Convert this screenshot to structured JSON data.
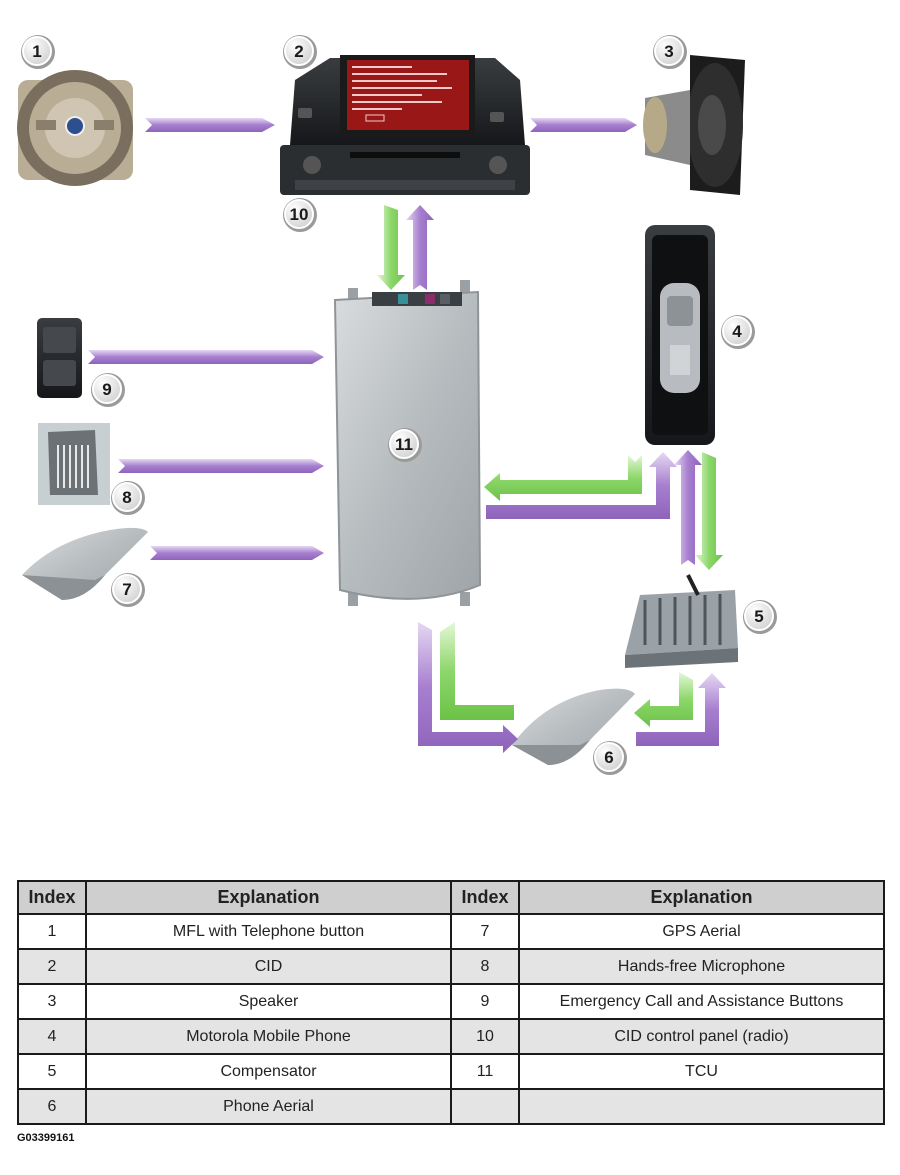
{
  "callouts": [
    "1",
    "2",
    "3",
    "4",
    "5",
    "6",
    "7",
    "8",
    "9",
    "10",
    "11"
  ],
  "legend": {
    "headers": [
      "Index",
      "Explanation",
      "Index",
      "Explanation"
    ],
    "rows": [
      [
        "1",
        "MFL with Telephone button",
        "7",
        "GPS Aerial"
      ],
      [
        "2",
        "CID",
        "8",
        "Hands-free Microphone"
      ],
      [
        "3",
        "Speaker",
        "9",
        "Emergency Call and Assistance Buttons"
      ],
      [
        "4",
        "Motorola Mobile Phone",
        "10",
        "CID control panel (radio)"
      ],
      [
        "5",
        "Compensator",
        "11",
        "TCU"
      ],
      [
        "6",
        "Phone Aerial",
        "",
        ""
      ]
    ]
  },
  "figure_code": "G03399161",
  "colors": {
    "purple_arrow": "#a77fcf",
    "green_arrow": "#8cd76a"
  }
}
